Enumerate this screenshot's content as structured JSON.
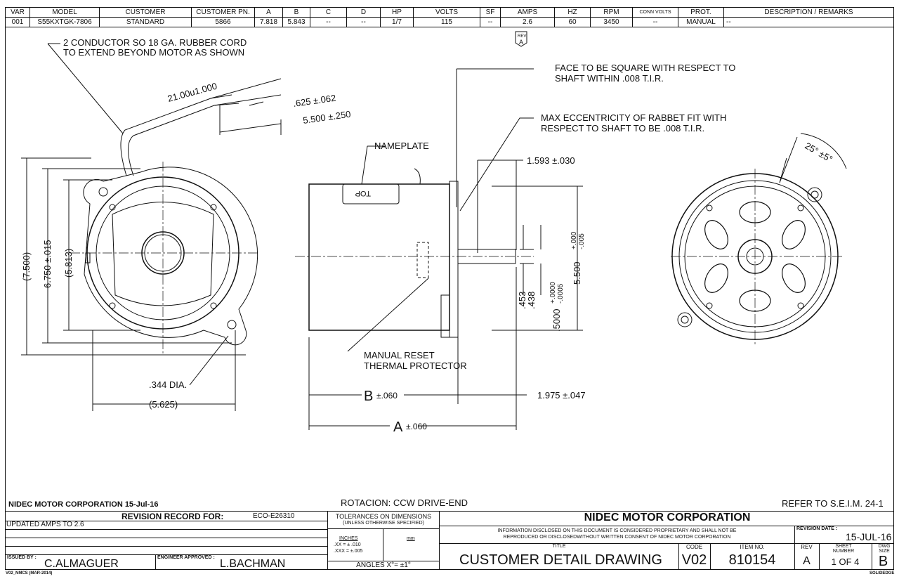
{
  "header_table": {
    "columns": [
      "VAR",
      "MODEL",
      "CUSTOMER",
      "CUSTOMER PN.",
      "A",
      "B",
      "C",
      "D",
      "HP",
      "VOLTS",
      "SF",
      "AMPS",
      "HZ",
      "RPM",
      "CONN VOLTS",
      "PROT.",
      "DESCRIPTION / REMARKS"
    ],
    "row": [
      "001",
      "S55KXTGK-7806",
      "STANDARD",
      "5866",
      "7.818",
      "5.843",
      "--",
      "--",
      "1/7",
      "115",
      "--",
      "2.6",
      "60",
      "3450",
      "--",
      "MANUAL",
      "--"
    ]
  },
  "rev_marker": {
    "label": "REV",
    "value": "A"
  },
  "notes": {
    "cord_line1": "2 CONDUCTOR SO 18 GA. RUBBER CORD",
    "cord_line2": "TO EXTEND BEYOND MOTOR AS SHOWN",
    "face_line1": "FACE TO BE SQUARE WITH RESPECT TO",
    "face_line2": "SHAFT WITHIN .008 T.I.R.",
    "ecc_line1": "MAX ECCENTRICITY OF RABBET FIT WITH",
    "ecc_line2": "RESPECT TO SHAFT TO BE .008 T.I.R.",
    "nameplate": "NAMEPLATE",
    "top_label": "TOP",
    "reset_line1": "MANUAL RESET",
    "reset_line2": "THERMAL PROTECTOR"
  },
  "dimensions": {
    "cord_length": "21.00u1.000",
    "strip": ".625 ±.062",
    "lead": "5.500 ±.250",
    "overall_dia": "(7.500)",
    "bolt_circle": "6.750 ±.015",
    "body_dia": "(5.813)",
    "hole": ".344 DIA.",
    "width": "(5.625)",
    "shaft_ext": "1.593 ±.030",
    "rabbet": "5.500",
    "rabbet_tol_plus": "+.000",
    "rabbet_tol_minus": "-.005",
    "flat_hi": ".453",
    "flat_lo": ".438",
    "shaft_dia": ".5000",
    "shaft_tol_plus": "+.0000",
    "shaft_tol_minus": "-.0005",
    "b_letter": "B",
    "b_tol": "±.060",
    "a_letter": "A",
    "a_tol": "±.060",
    "face_len": "1.975 ±.047",
    "angle": "25° ±5°"
  },
  "footer": {
    "company_date": "NIDEC MOTOR CORPORATION 15-Jul-16",
    "rotation": "ROTACION: CCW DRIVE-END",
    "refer": "REFER TO S.E.I.M. 24-1",
    "revision_record_label": "REVISION RECORD FOR:",
    "eco": "ECO-E26310",
    "revision_note": "UPDATED AMPS TO 2.6",
    "issued_by_label": "ISSUED BY :",
    "issued_by": "C.ALMAGUER",
    "engineer_label": "ENGINEER APPROVED :",
    "engineer": "L.BACHMAN",
    "tol_title": "TOLERANCES ON DIMENSIONS",
    "tol_sub": "(UNLESS OTHERWISE SPECIFIED)",
    "inches": "INCHES",
    "tol_xx": ".XX = ± .010",
    "tol_xxx": ".XXX = ±.005",
    "mm": "mm",
    "angles": "ANGLES  X°= ±1°",
    "company": "NIDEC MOTOR CORPORATION",
    "disclaimer1": "INFORMATION DISCLOSED ON THIS DOCUMENT IS CONSIDERED PROPRIETARY AND SHALL NOT BE",
    "disclaimer2": "REPRODUCED OR DISCLOSEDWITHOUT WRITTEN CONSENT OF NIDEC MOTOR CORPORATION",
    "rev_date_label": "REVISION DATE :",
    "rev_date": "15-JUL-16",
    "title_label": "TITLE",
    "title": "CUSTOMER  DETAIL  DRAWING",
    "code_label": "CODE",
    "code": "V02",
    "item_label": "ITEM NO.",
    "item": "810154",
    "rev_label": "REV",
    "rev": "A",
    "sheet_label": "SHEET NUMBER",
    "sheet": "1  OF  4",
    "size_label": "DWG SIZE",
    "size": "B",
    "form_id": "V02_NMCS (MAR-2014)",
    "cad": "SOLIDEDGE"
  }
}
